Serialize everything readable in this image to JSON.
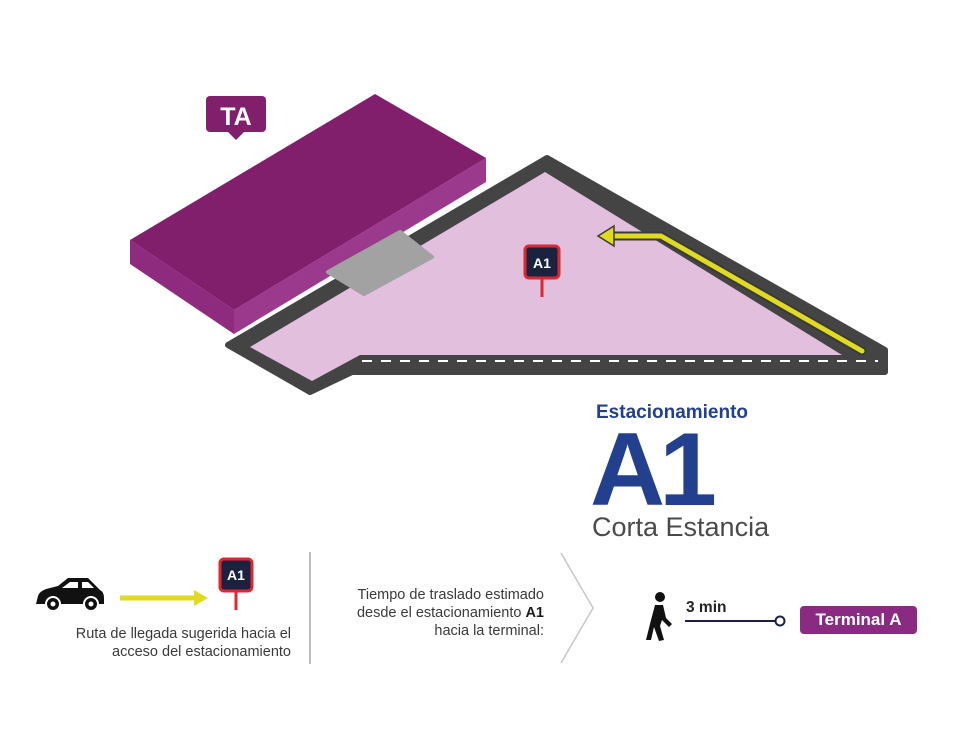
{
  "map": {
    "terminal_marker": "TA",
    "parking_sign_map": "A1"
  },
  "title": {
    "kicker": "Estacionamiento",
    "code": "A1",
    "subtitle": "Corta Estancia"
  },
  "legend": {
    "route_line1": "Ruta de llegada sugerida hacia el",
    "route_line2": "acceso del estacionamiento",
    "parking_sign": "A1",
    "time_line1": "Tiempo de traslado estimado",
    "time_line2_prefix": "desde el estacionamiento ",
    "time_line2_code": "A1",
    "time_line3": "hacia la terminal:",
    "walk_time": "3 min",
    "destination": "Terminal A"
  },
  "colors": {
    "terminal_purple": "#821f6d",
    "lot_pink": "#e1bfdd",
    "road_gray": "#444444",
    "route_yellow": "#e0da20",
    "sign_navy": "#1b2240",
    "sign_red": "#e0262f",
    "title_blue": "#23408e",
    "badge_purple": "#8a2a82"
  },
  "icons": [
    "car-icon",
    "route-arrow-icon",
    "parking-sign-icon",
    "chevron-right-icon",
    "walking-person-icon",
    "location-pin-icon"
  ]
}
